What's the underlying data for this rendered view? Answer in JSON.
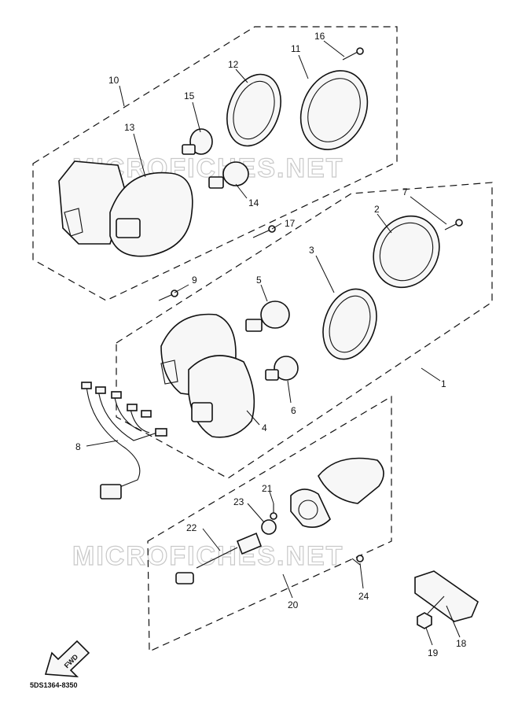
{
  "diagram": {
    "watermark": "MICROFICHES.NET",
    "drawing_code": "5DS1364-8350",
    "fwd_label": "FWD",
    "callouts": [
      "1",
      "2",
      "3",
      "4",
      "5",
      "6",
      "7",
      "8",
      "9",
      "10",
      "11",
      "12",
      "13",
      "14",
      "15",
      "16",
      "17",
      "18",
      "19",
      "20",
      "21",
      "22",
      "23",
      "24"
    ]
  }
}
